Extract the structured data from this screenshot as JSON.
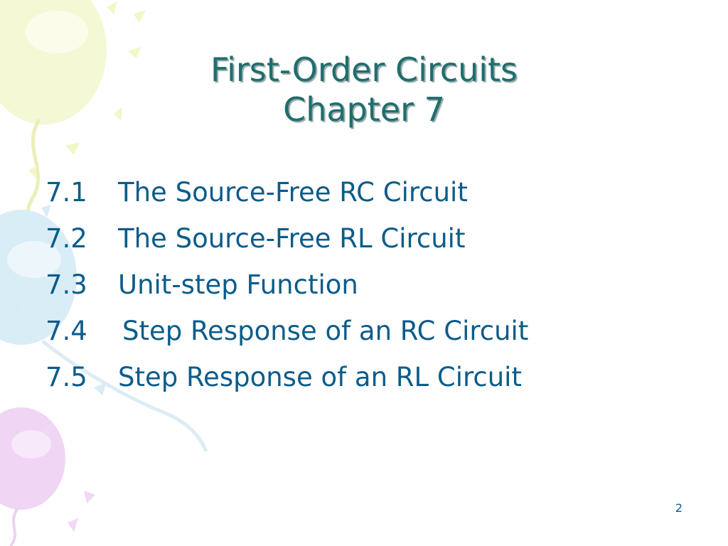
{
  "slide": {
    "title_line1": "First-Order Circuits",
    "title_line2": "Chapter 7",
    "items": [
      {
        "number": "7.1",
        "text": "The Source-Free RC Circuit"
      },
      {
        "number": "7.2",
        "text": "The Source-Free RL Circuit"
      },
      {
        "number": "7.3",
        "text": "Unit-step Function"
      },
      {
        "number": "7.4",
        "text": "Step Response of an RC Circuit"
      },
      {
        "number": "7.5",
        "text": "Step Response of an RL Circuit"
      }
    ],
    "page_number": "2"
  },
  "colors": {
    "title": "#1f6e6e",
    "body_text": "#0b5c8a",
    "balloon_yellow": "#f4f7cf",
    "balloon_blue": "#d7ecf6",
    "balloon_purple": "#efd3f4"
  }
}
